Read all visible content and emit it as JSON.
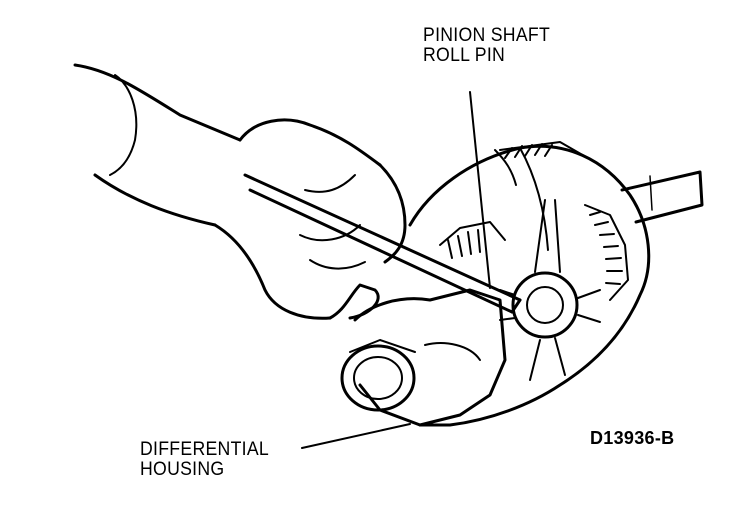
{
  "labels": {
    "pinion_shaft_line1": "PINION SHAFT",
    "pinion_shaft_line2": "ROLL PIN",
    "housing_line1": "DIFFERENTIAL",
    "housing_line2": "HOUSING",
    "figure_code": "D13936-B"
  },
  "colors": {
    "line": "#000000",
    "background": "#ffffff"
  }
}
